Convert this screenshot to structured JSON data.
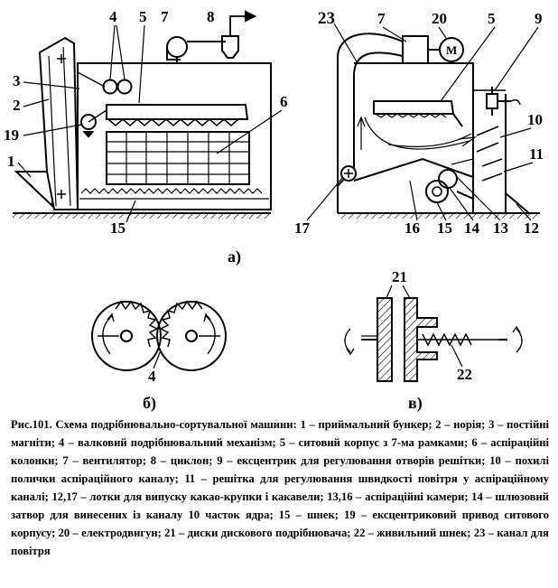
{
  "labels": {
    "n1": "1",
    "n2": "2",
    "n3": "3",
    "n4": "4",
    "n5": "5",
    "n6": "6",
    "n7": "7",
    "n8": "8",
    "n9": "9",
    "n10": "10",
    "n11": "11",
    "n12": "12",
    "n13": "13",
    "n14": "14",
    "n15": "15",
    "n16": "16",
    "n17": "17",
    "n19": "19",
    "n20": "20",
    "n21": "21",
    "n22": "22",
    "n23": "23",
    "motor": "M"
  },
  "subfigures": {
    "a": "а)",
    "b": "б)",
    "v": "в)"
  },
  "caption": {
    "title": "Рис.101.",
    "text": " Схема подрібнювально-сортувальної машини: 1 – приймальний бункер; 2 – норія; 3 – постійні магніти; 4 – валковий подрібнювальний механізм; 5 – ситовий корпус з 7-ма рамками; 6 – аспіраційні колонки; 7 – вентилятор; 8 – циклон; 9 – ексцентрик для регулювання отворів решітки; 10 – похилі полички аспіраційного каналу; 11 – решітка для регулювання швидкості повітря у аспіраційному каналі; 12,17 – лотки для випуску какао-крупки і какавели; 13,16 – аспіраційні камери; 14 – шлюзовий затвор для винесених із каналу 10 часток ядра; 15 – шнек; 19 – ексцентриковий привод ситового корпусу; 20 – електродвигун; 21 – диски дискового подрібнювача; 22 – живильний шнек; 23 – канал для повітря"
  }
}
